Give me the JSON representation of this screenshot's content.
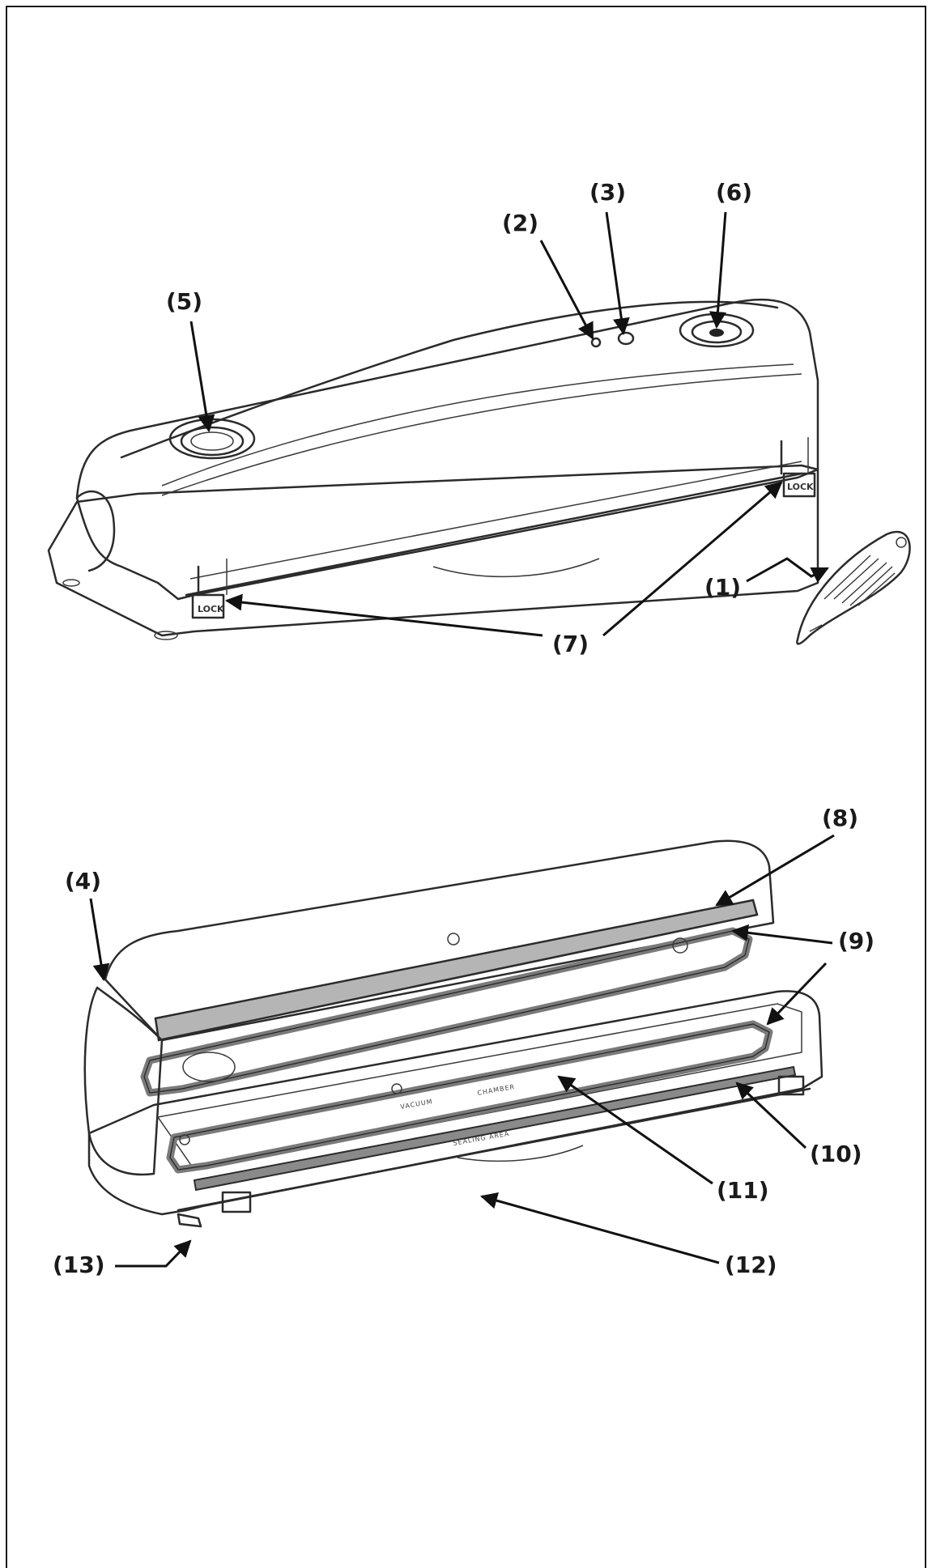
{
  "callouts": {
    "c1": "(1)",
    "c2": "(2)",
    "c3": "(3)",
    "c4": "(4)",
    "c5": "(5)",
    "c6": "(6)",
    "c7": "(7)",
    "c8": "(8)",
    "c9": "(9)",
    "c10": "(10)",
    "c11": "(11)",
    "c12": "(12)",
    "c13": "(13)"
  },
  "device_print": {
    "lock_left": "LOCK",
    "lock_right": "LOCK",
    "vacuum_chamber_a": "VACUUM",
    "vacuum_chamber_b": "CHAMBER",
    "sealing_area": "SEALING AREA"
  },
  "colors": {
    "ink": "#1a1a1a",
    "gasket": "#7a7a7a",
    "seal_bar": "#b5b5b5",
    "body_fill": "#ffffff"
  }
}
